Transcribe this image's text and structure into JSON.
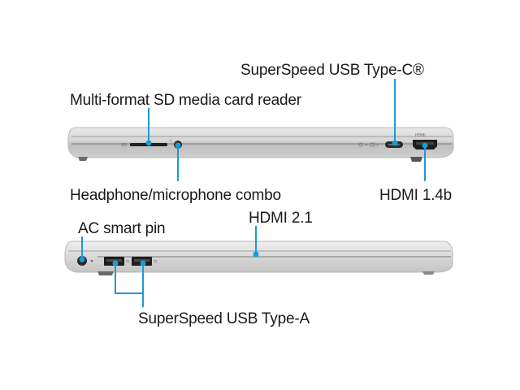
{
  "colors": {
    "accent": "#1a9ad6",
    "background": "#ffffff",
    "chassis": "#dcdcdc",
    "port": "#1e1e1e"
  },
  "callouts": {
    "usb_c": "SuperSpeed USB Type-C®",
    "sd_reader": "Multi-format SD media card reader",
    "headphone": "Headphone/microphone combo",
    "hdmi_14": "HDMI 1.4b",
    "ac_pin": "AC smart pin",
    "hdmi_21": "HDMI 2.1",
    "usb_a": "SuperSpeed USB Type-A"
  },
  "port_markings": {
    "sd": "SD",
    "hdmi": "HDMI"
  },
  "icons": [
    "headphone-jack-icon",
    "usb-c-port-icon",
    "hdmi-port-icon",
    "dc-power-icon",
    "usb-a-port-icon"
  ]
}
